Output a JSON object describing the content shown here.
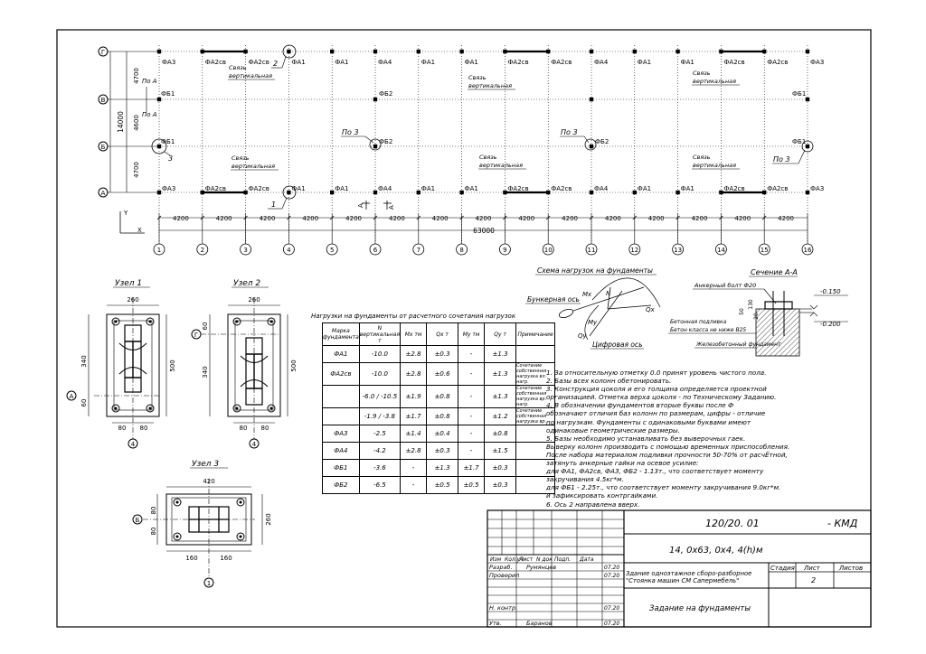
{
  "sheet": {
    "code": "120/20. 01",
    "mark": "- КМД",
    "object": "14, 0х63, 0х4, 4(h)м",
    "building": "Здание одноэтажное сборо-разборное",
    "building_name": "\"Стоянка машин СМ Сапермебель\"",
    "drawing": "Задание на фундаменты",
    "stage_header": "Стадия",
    "sheet_header": "Лист",
    "sheets_header": "Листов",
    "sheet_number": "2",
    "col_headers": [
      "Изм",
      "Кол.уч",
      "Лист",
      "N док",
      "Подп.",
      "Дата"
    ],
    "roles": [
      {
        "role": "Разраб.",
        "name": "Румянцев",
        "date": "07.20"
      },
      {
        "role": "Проверил",
        "name": "",
        "date": "07.20"
      },
      {
        "role": "Н. контр.",
        "name": "",
        "date": "07.20"
      },
      {
        "role": "Утв.",
        "name": "Баранов",
        "date": "07.20"
      }
    ]
  },
  "plan": {
    "axes_numbers": [
      "1",
      "2",
      "3",
      "4",
      "5",
      "6",
      "7",
      "8",
      "9",
      "10",
      "11",
      "12",
      "13",
      "14",
      "15",
      "16"
    ],
    "axes_letters": [
      "Г",
      "В",
      "Б",
      "А"
    ],
    "spans": [
      "4200",
      "4200",
      "4200",
      "4200",
      "4200",
      "4200",
      "4200",
      "4200",
      "4200",
      "4200",
      "4200",
      "4200",
      "4200",
      "4200",
      "4200"
    ],
    "total_length": "63000",
    "total_width": "14000",
    "bays": [
      "4700",
      "4600",
      "4700"
    ],
    "top_row_labels": [
      "ФА3",
      "ФА2св",
      "ФА2св",
      "ФА1",
      "ФА1",
      "ФА4",
      "ФА1",
      "ФА1",
      "ФА2св",
      "ФА2св",
      "ФА4",
      "ФА1",
      "ФА1",
      "ФА2св",
      "ФА2св",
      "ФА3"
    ],
    "bottom_row_labels": [
      "ФА3",
      "ФА2св",
      "ФА2св",
      "ФА1",
      "ФА1",
      "ФА4",
      "ФА1",
      "ФА1",
      "ФА2св",
      "ФА2св",
      "ФА4",
      "ФА1",
      "ФА1",
      "ФА2св",
      "ФА2св",
      "ФА3"
    ],
    "b_row": {
      "left": "ФБ1",
      "mid": "ФБ2",
      "right": "ФБ1"
    },
    "v_row": {
      "left": "ФБ1",
      "mid": "ФБ2",
      "right": "ФБ1"
    },
    "brace_label": "Связь вертикальная",
    "brace_line1": "Связь",
    "brace_line2": "вертикальная",
    "view_a": "По А",
    "node3": "По 3",
    "section_marks": [
      "А",
      "А"
    ],
    "callouts": [
      "1",
      "2",
      "3"
    ],
    "axis_y": "Y",
    "axis_x": "X"
  },
  "nodes": {
    "node1": {
      "title": "Узел 1",
      "width": "260",
      "height": "500",
      "side": "340",
      "bottom": "60",
      "bolts": [
        "80",
        "80"
      ],
      "axis_letter": "А",
      "axis_number": "4"
    },
    "node2": {
      "title": "Узел 2",
      "width": "260",
      "height": "500",
      "side": "340",
      "top": "60",
      "bolts": [
        "80",
        "80"
      ],
      "axis_letter": "Г",
      "axis_number": "4"
    },
    "node3": {
      "title": "Узел 3",
      "width": "420",
      "height": "260",
      "left": [
        "80",
        "80"
      ],
      "bolts": [
        "160",
        "160"
      ],
      "axis_letter": "Б",
      "axis_number": "1"
    }
  },
  "loads_table": {
    "title": "Нагрузки на фундаменты от расчетного сочетания нагрузок",
    "headers": [
      "Марка фундамента",
      "N вертикальная т",
      "Mx тм",
      "Qx т",
      "My тм",
      "Qy т",
      "Примечание"
    ],
    "rows": [
      {
        "mark": "ФА1",
        "N": "-10.0",
        "Mx": "±2.8",
        "Qx": "±0.3",
        "My": "-",
        "Qy": "±1.3",
        "note": ""
      },
      {
        "mark": "ФА2св",
        "N": "-10.0",
        "Mx": "±2.8",
        "Qx": "±0.6",
        "My": "-",
        "Qy": "±1.3",
        "note": "Сочетание собственная нагрузка вл. нагр."
      },
      {
        "mark": "",
        "N": "-6.0 / -10.5",
        "Mx": "±1.9",
        "Qx": "±0.8",
        "My": "-",
        "Qy": "±1.3",
        "note": "Сочетание собственная нагрузка вр. нагр."
      },
      {
        "mark": "",
        "N": "-1.9 / -3.8",
        "Mx": "±1.7",
        "Qx": "±0.8",
        "My": "-",
        "Qy": "±1.2",
        "note": "Сочетание собственная нагрузка вр."
      },
      {
        "mark": "ФА3",
        "N": "-2.5",
        "Mx": "±1.4",
        "Qx": "±0.4",
        "My": "-",
        "Qy": "±0.8",
        "note": ""
      },
      {
        "mark": "ФА4",
        "N": "-4.2",
        "Mx": "±2.8",
        "Qx": "±0.3",
        "My": "-",
        "Qy": "±1.5",
        "note": ""
      },
      {
        "mark": "ФБ1",
        "N": "-3.6",
        "Mx": "-",
        "Qx": "±1.3",
        "My": "±1.7",
        "Qy": "±0.3",
        "note": ""
      },
      {
        "mark": "ФБ2",
        "N": "-6.5",
        "Mx": "-",
        "Qx": "±0.5",
        "My": "±0.5",
        "Qy": "±0.3",
        "note": ""
      }
    ]
  },
  "load_scheme": {
    "title": "Схема нагрузок на фундаменты",
    "labels": [
      "Бункерная ось",
      "Цифровая ось",
      "Mx",
      "N",
      "Qx",
      "My",
      "Qy"
    ]
  },
  "section": {
    "title": "Сечение А-А",
    "anchor": "Анкерный болт Ф20",
    "levels": [
      "-0.150",
      "-0.200"
    ],
    "dims": [
      "130",
      "50",
      "20"
    ],
    "concrete": "Бетонная подливка",
    "concrete2": "Бетон класса не ниже В25",
    "foundation": "Железобетонный фундамент"
  },
  "notes": [
    "1. За относительную отметку 0.0 принят уровень чистого пола.",
    "2. Базы всех колонн обетонировать.",
    "3. Конструкция цоколя и его толщина определяется проектной",
    "организацией. Отметка верха цоколя - по Техническому Заданию.",
    "4. В обозначении фундаментов вторые буквы после Ф",
    "обозначают отличия баз колонн по размерам, цифры - отличие",
    "по нагрузкам. Фундаменты с одинаковыми буквами имеют",
    "одинаковые геометрические размеры.",
    "5. Базы необходимо устанавливать без выверочных гаек.",
    "Выверку колонн производить с помощью временных приспособления.",
    "После набора материалом подливки прочности 50-70% от  расчЁтной,",
    "затянуть анкерные гайки на осевое усилие:",
    "для ФА1, ФА2св, ФА3, ФБ2 - 1.13т., что соответствует моменту",
    "закручивания 4.5кг*м.",
    "для ФБ1  - 2.25т., что соответствует моменту закручивания 9.0кг*м.",
    "и зафиксировать контргайками.",
    "6. Ось 2 направлена вверх."
  ]
}
